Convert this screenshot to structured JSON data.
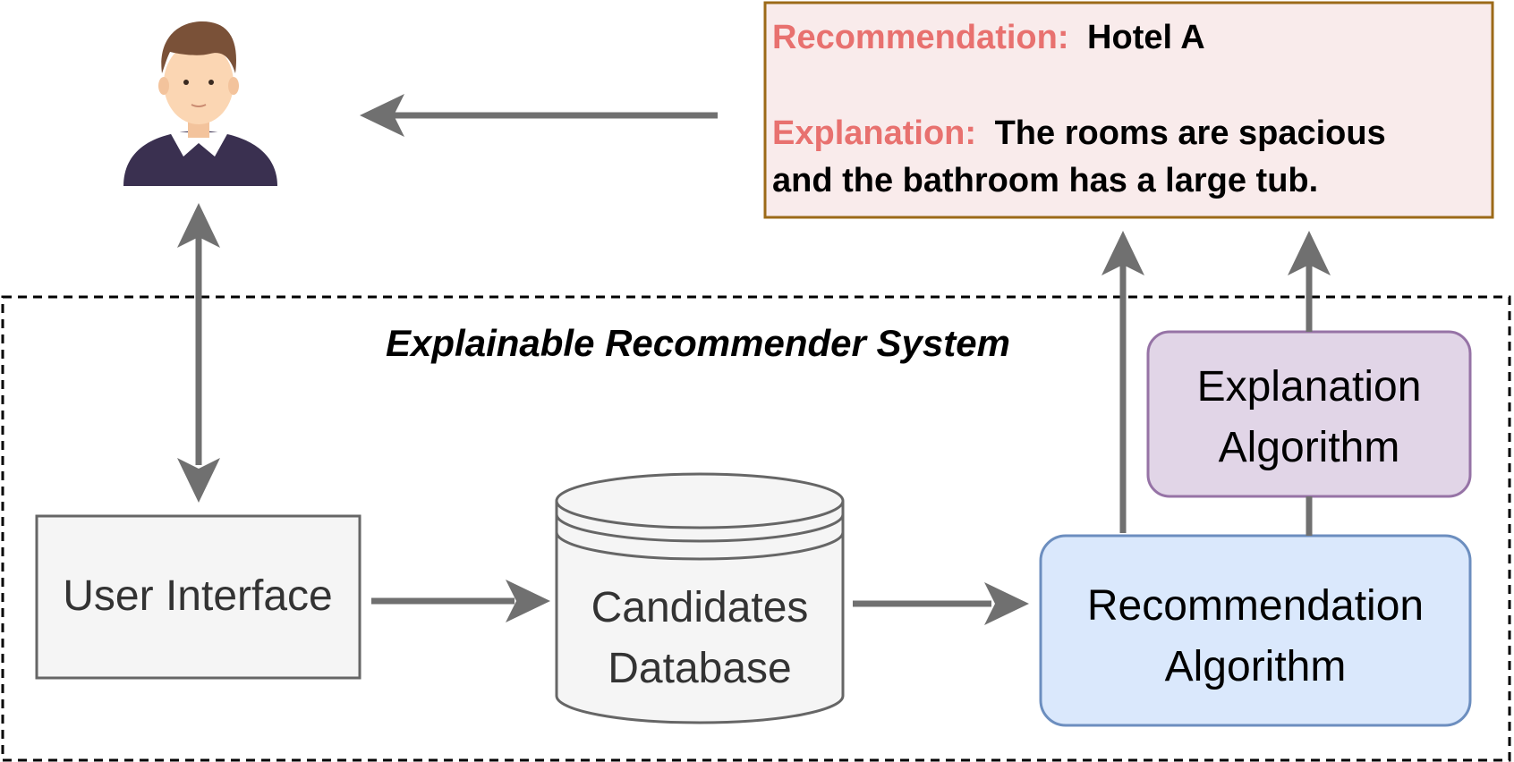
{
  "colors": {
    "arrow": "#707070",
    "label_accent": "#e8716f",
    "output_fill": "#f9ebeb",
    "output_border": "#9c6a18",
    "ui_fill": "#f5f5f5",
    "ui_border": "#666666",
    "db_fill": "#f5f5f5",
    "db_border": "#666666",
    "rec_fill": "#dae8fc",
    "rec_border": "#6c8ebf",
    "exp_fill": "#e1d5e7",
    "exp_border": "#9673a6",
    "user_shirt": "#3a3050",
    "user_hair": "#7a5138",
    "user_skin": "#fbd6b3"
  },
  "output": {
    "rec_label": "Recommendation:",
    "rec_value": "Hotel A",
    "exp_label": "Explanation:",
    "exp_value_line1": "The rooms are spacious",
    "exp_value_line2": "and the bathroom has a large tub."
  },
  "system": {
    "title": "Explainable Recommender System",
    "user_interface": "User Interface",
    "database_line1": "Candidates",
    "database_line2": "Database",
    "recommendation_line1": "Recommendation",
    "recommendation_line2": "Algorithm",
    "explanation_line1": "Explanation",
    "explanation_line2": "Algorithm"
  },
  "icons": {
    "user": "user-avatar-icon"
  }
}
